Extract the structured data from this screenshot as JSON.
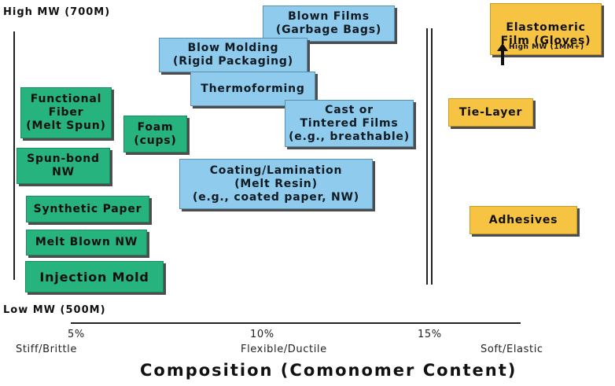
{
  "axis": {
    "y_high": "High MW (700M)",
    "y_low": "Low MW (500M)",
    "x_title": "Composition (Comonomer Content)",
    "ticks": [
      "5%",
      "10%",
      "15%"
    ],
    "regions": [
      "Stiff/Brittle",
      "Flexible/Ductile",
      "Soft/Elastic"
    ]
  },
  "green_boxes": {
    "functional_fiber": "Functional\nFiber\n(Melt Spun)",
    "foam": "Foam\n(cups)",
    "spunbond": "Spun-bond\nNW",
    "synthetic_paper": "Synthetic Paper",
    "melt_blown": "Melt Blown NW",
    "injection_mold": "Injection Mold"
  },
  "blue_boxes": {
    "blown_films": "Blown Films\n(Garbage Bags)",
    "blow_molding": "Blow Molding\n(Rigid Packaging)",
    "thermoforming": "Thermoforming",
    "cast_films": "Cast or\nTintered Films\n(e.g., breathable)",
    "coating": "Coating/Lamination\n(Melt Resin)\n(e.g., coated paper, NW)"
  },
  "yellow_boxes": {
    "elastomeric": "Elastomeric\nFilm (Gloves)",
    "elastomeric_note": "High MW (1MM+)",
    "tie_layer": "Tie-Layer",
    "adhesives": "Adhesives"
  },
  "colors": {
    "green": "#26b37e",
    "blue": "#8ecbec",
    "yellow": "#f6c342"
  },
  "icons": [
    "up-arrow-icon"
  ]
}
